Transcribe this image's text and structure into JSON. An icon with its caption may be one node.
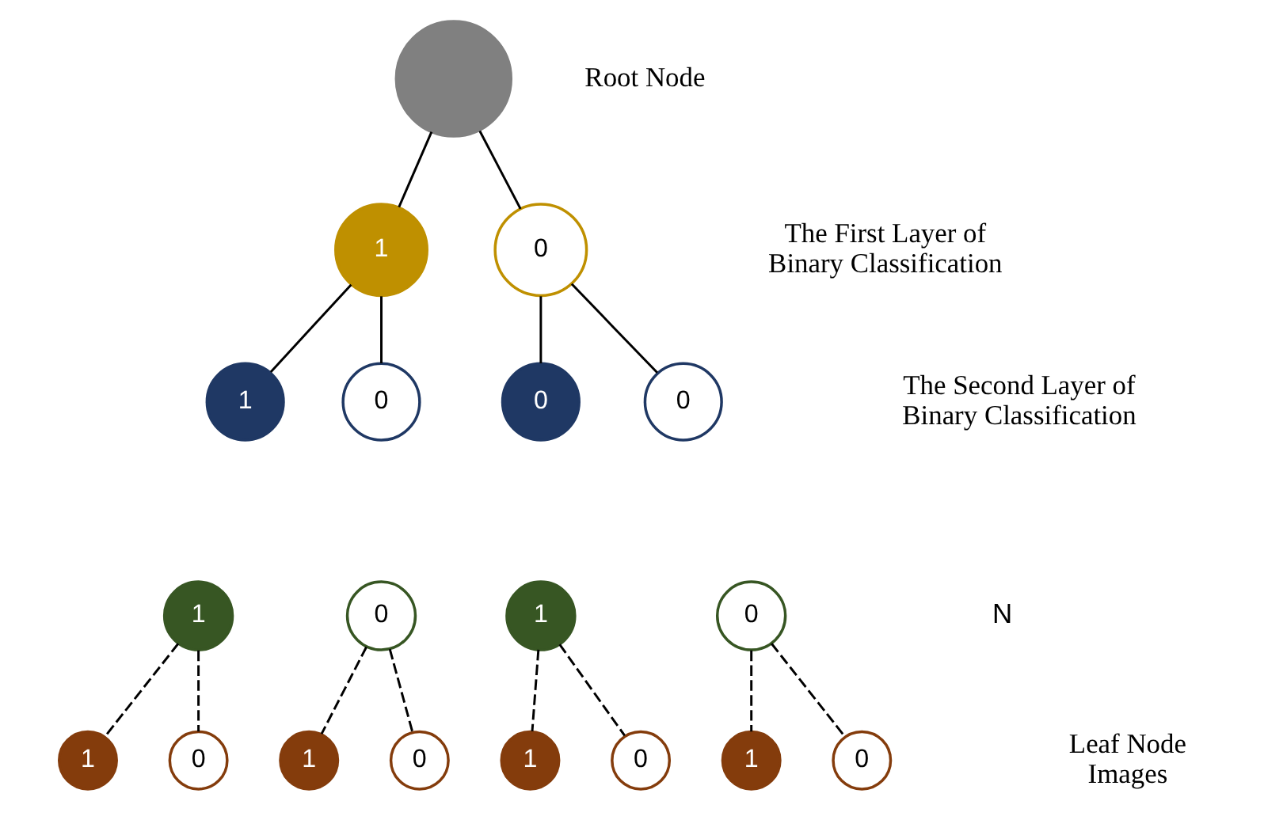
{
  "diagram": {
    "nodes": [
      {
        "text": [],
        "shape": "circle",
        "beside": [
          "Root Node"
        ]
      },
      {
        "text": [
          "1"
        ]
      },
      {
        "text": [
          "0"
        ]
      },
      {
        "text": [
          "1"
        ]
      },
      {
        "text": [
          "0"
        ]
      },
      {
        "text": [
          "0"
        ]
      },
      {
        "text": [
          "0"
        ]
      },
      {
        "text": [
          "1"
        ]
      },
      {
        "text": [
          "0"
        ]
      },
      {
        "text": [
          "1"
        ]
      },
      {
        "text": [
          "0"
        ]
      },
      {
        "text": [
          "1"
        ]
      },
      {
        "text": [
          "0"
        ]
      },
      {
        "text": [
          "1"
        ]
      },
      {
        "text": [
          "0"
        ]
      },
      {
        "text": [
          "1"
        ]
      },
      {
        "text": [
          "0"
        ]
      },
      {
        "text": [
          "1"
        ]
      },
      {
        "text": [
          "0"
        ]
      }
    ],
    "edges": [
      {
        "from": 0,
        "to": 1,
        "arrow": "none"
      },
      {
        "from": 0,
        "to": 2,
        "arrow": "none"
      },
      {
        "from": 1,
        "to": 3,
        "arrow": "none"
      },
      {
        "from": 1,
        "to": 4,
        "arrow": "none"
      },
      {
        "from": 2,
        "to": 5,
        "arrow": "none"
      },
      {
        "from": 2,
        "to": 6,
        "arrow": "none"
      },
      {
        "from": 7,
        "to": 11,
        "arrow": "none",
        "style": "dashed"
      },
      {
        "from": 7,
        "to": 12,
        "arrow": "none",
        "style": "dashed"
      },
      {
        "from": 8,
        "to": 13,
        "arrow": "none",
        "style": "dashed"
      },
      {
        "from": 8,
        "to": 14,
        "arrow": "none",
        "style": "dashed"
      },
      {
        "from": 9,
        "to": 15,
        "arrow": "none",
        "style": "dashed"
      },
      {
        "from": 9,
        "to": 16,
        "arrow": "none",
        "style": "dashed"
      },
      {
        "from": 10,
        "to": 17,
        "arrow": "none",
        "style": "dashed"
      },
      {
        "from": 10,
        "to": 18,
        "arrow": "none",
        "style": "dashed"
      }
    ],
    "labels": [
      "The First Layer of Binary Classification",
      "The Second Layer of Binary Classification",
      "Leaf Node Images",
      "N"
    ]
  }
}
